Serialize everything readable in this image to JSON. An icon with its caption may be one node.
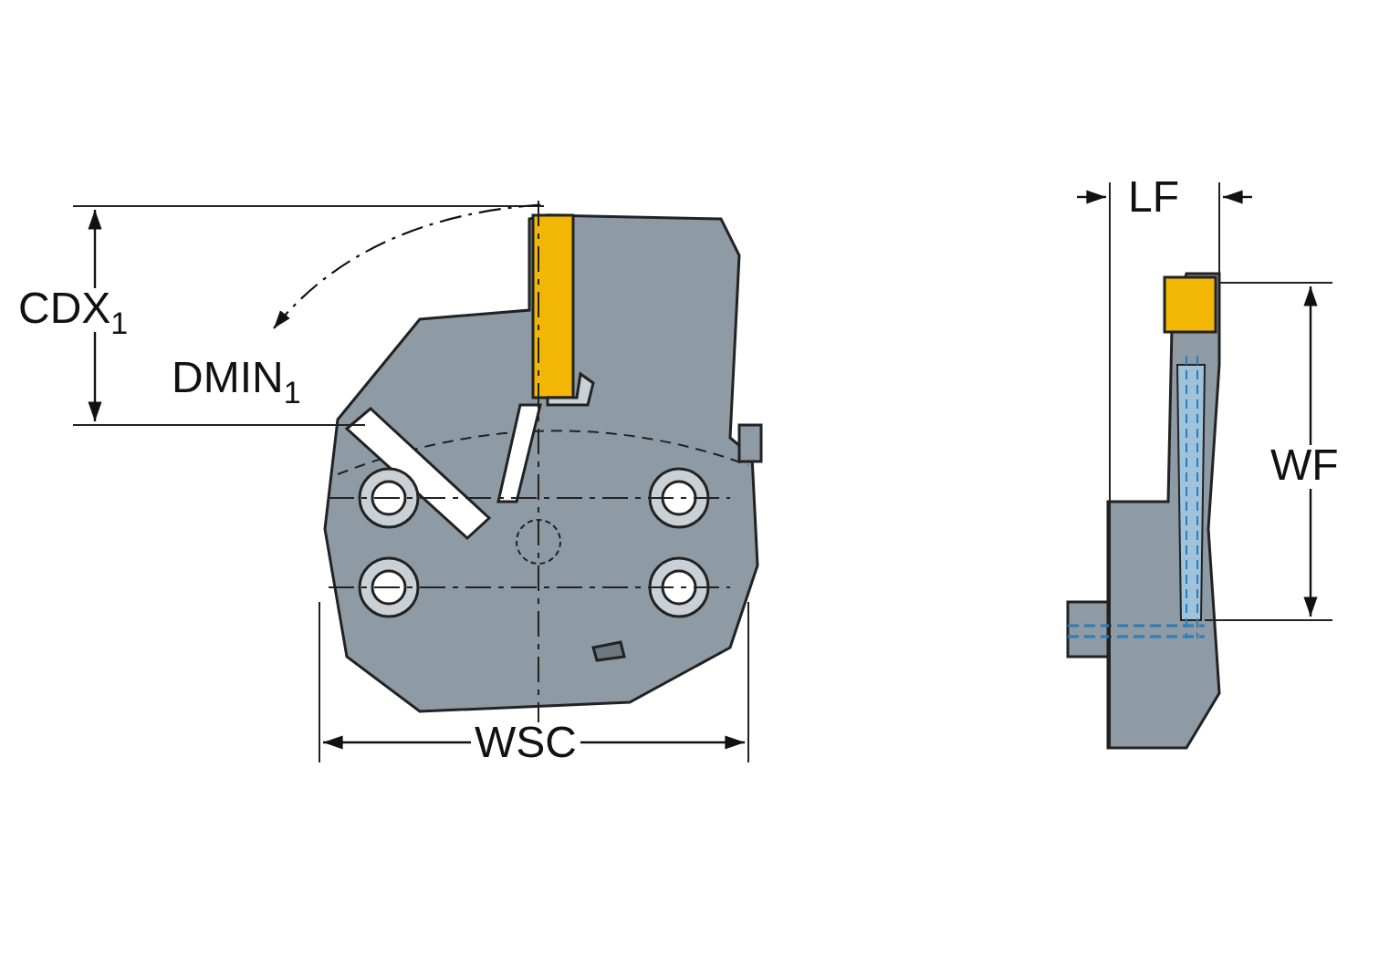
{
  "diagram": {
    "labels": [
      "CDX$_{1}$",
      "DMIN$_{1}$",
      "WSC",
      "LF",
      "WF"
    ]
  }
}
